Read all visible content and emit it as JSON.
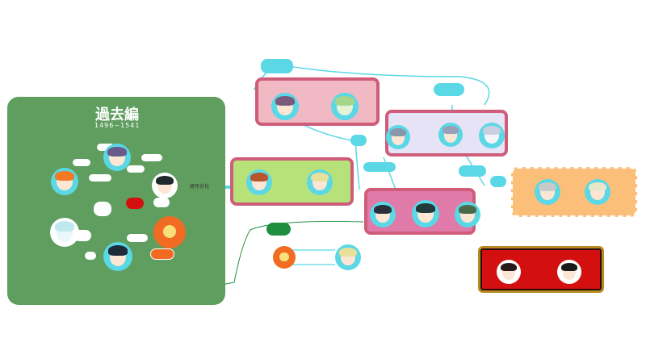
{
  "past_section": {
    "title": "過去編",
    "years": "1496~1541"
  },
  "connector_labels": {
    "aging": "経年劣化"
  },
  "colors": {
    "past_bg": "#5f9e5f",
    "cyan": "#5ad8e6",
    "pink_frame": "#cf5d7a",
    "pink_fill": "#f0b9c4",
    "lime_frame": "#cf5d7a",
    "lime_fill": "#b7e27a",
    "lavender_fill": "#e7e3f6",
    "orange_fill": "#fbbf7a",
    "orange_node": "#f26b23",
    "red_fill": "#d40f10",
    "green_node": "#1f8f3f",
    "arrow_light": "#ffffff"
  }
}
